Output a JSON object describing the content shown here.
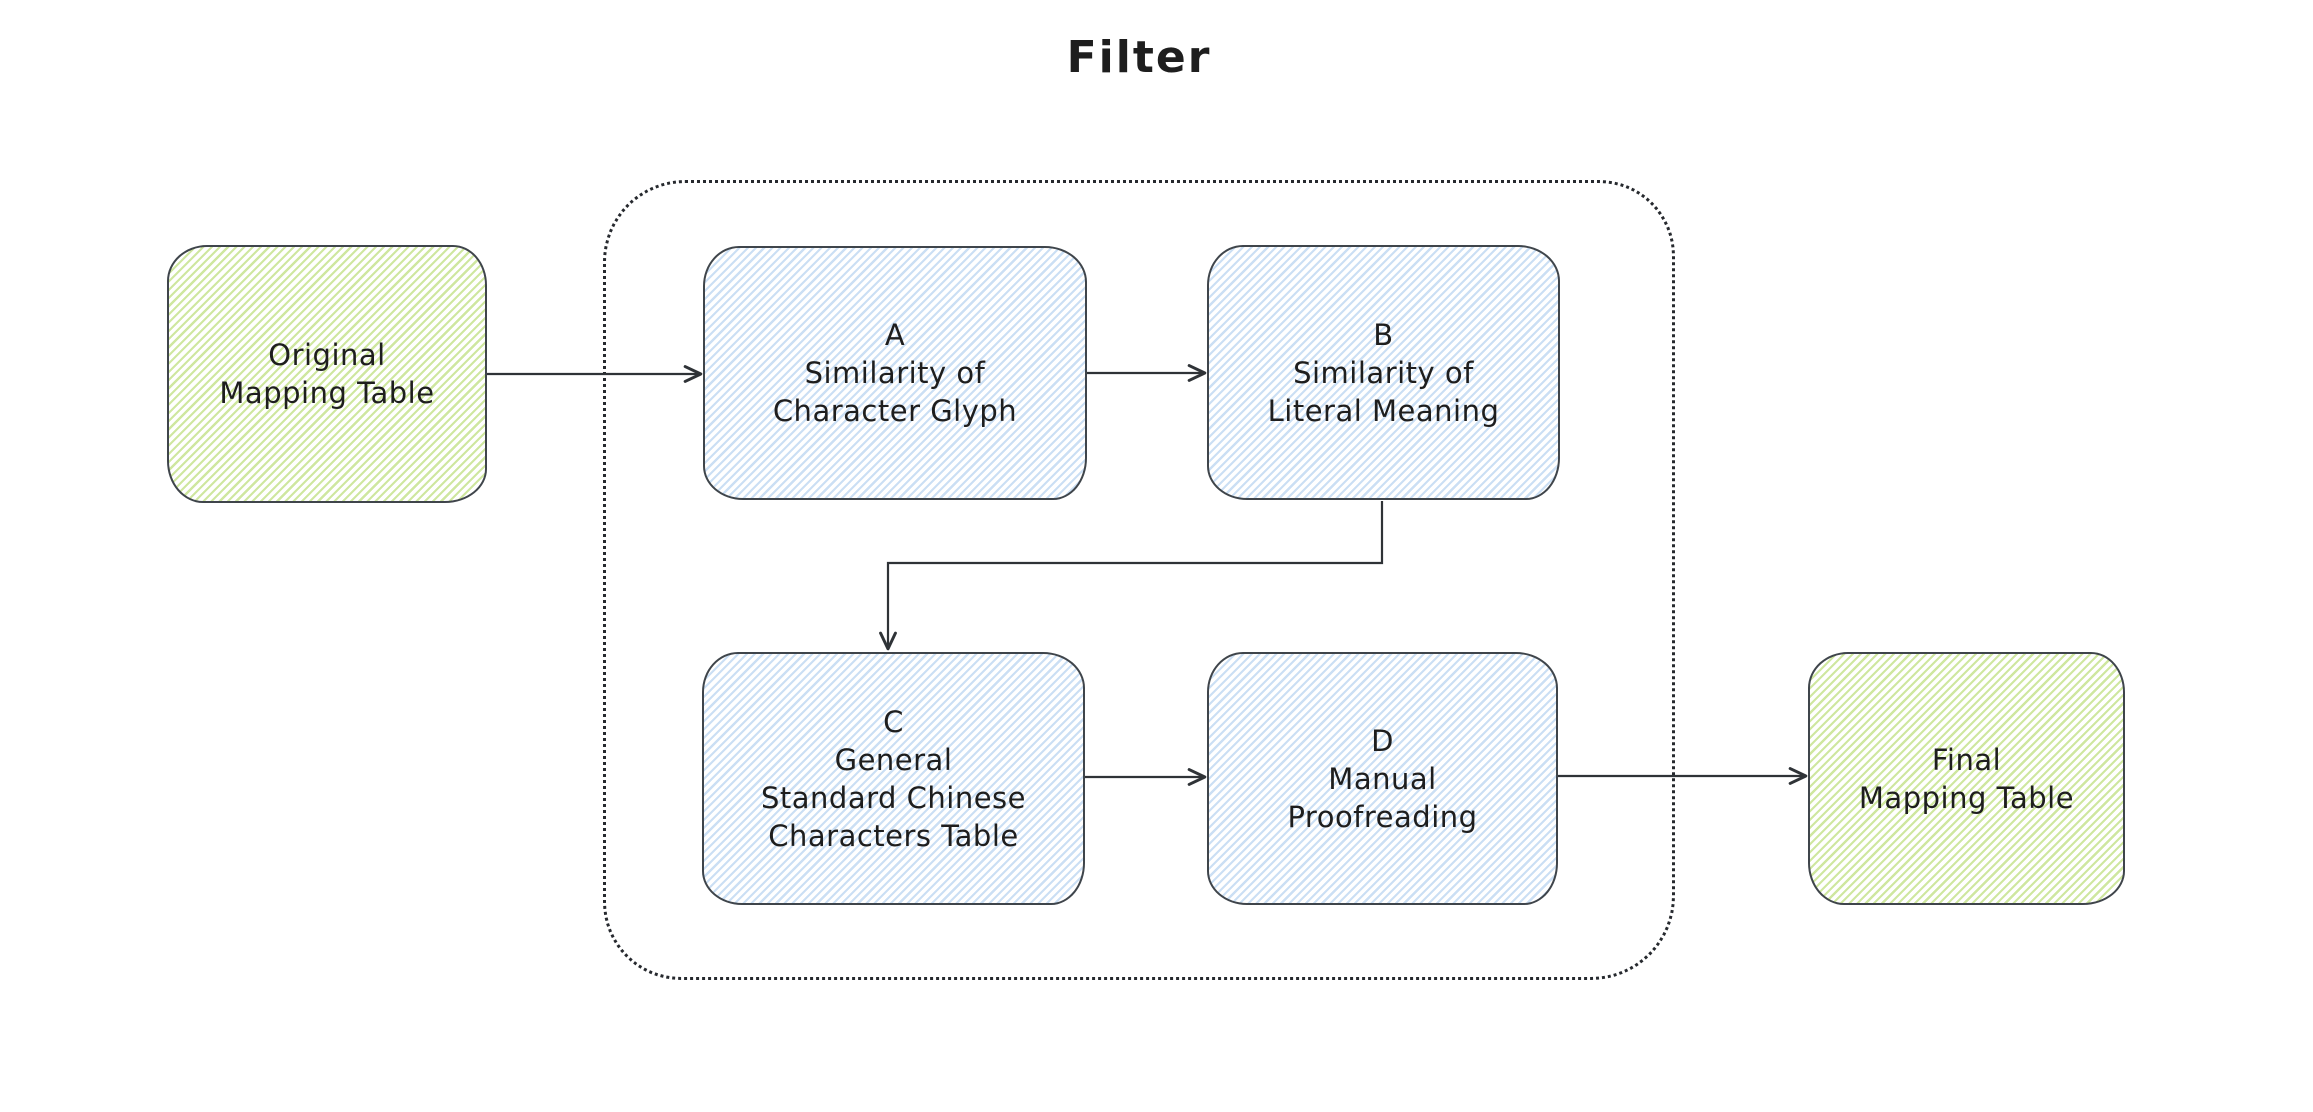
{
  "group": {
    "label": "Filter"
  },
  "nodes": {
    "original": {
      "lines": [
        "Original",
        "Mapping Table"
      ],
      "fill": "green"
    },
    "a": {
      "lines": [
        "A",
        "Similarity of",
        "Character Glyph"
      ],
      "fill": "blue"
    },
    "b": {
      "lines": [
        "B",
        "Similarity of",
        "Literal Meaning"
      ],
      "fill": "blue"
    },
    "c": {
      "lines": [
        "C",
        "General",
        "Standard Chinese",
        "Characters Table"
      ],
      "fill": "blue"
    },
    "d": {
      "lines": [
        "D",
        "Manual",
        "Proofreading"
      ],
      "fill": "blue"
    },
    "final": {
      "lines": [
        "Final",
        "Mapping Table"
      ],
      "fill": "green"
    }
  },
  "edges": [
    {
      "from": "original",
      "to": "a"
    },
    {
      "from": "a",
      "to": "b"
    },
    {
      "from": "b",
      "to": "c"
    },
    {
      "from": "c",
      "to": "d"
    },
    {
      "from": "d",
      "to": "final"
    }
  ],
  "colors": {
    "background": "#ffffff",
    "stroke": "#3f454b",
    "text": "#1e1e1e",
    "green_hatch": "#cfe7a0",
    "blue_hatch": "#cbdff4",
    "dotted_border": "#26292e",
    "arrow": "#2f3337"
  }
}
